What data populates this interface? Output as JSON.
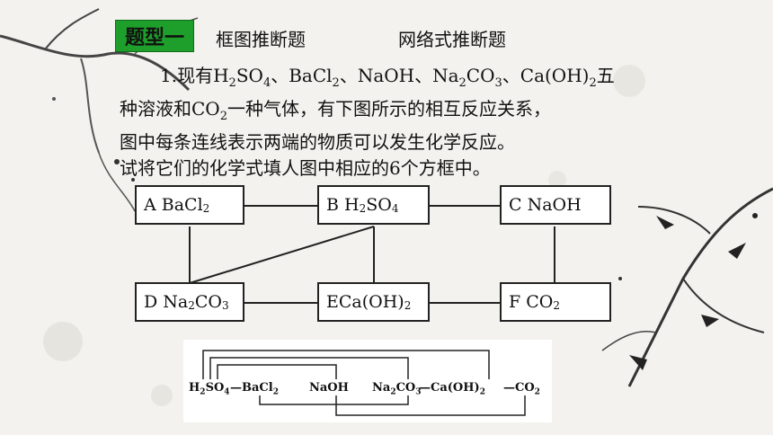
{
  "header": {
    "tag": "题型一",
    "heading_1": "框图推断题",
    "heading_2": "网络式推断题"
  },
  "problem": {
    "line1_prefix": "1.现有",
    "line1_s1": "H",
    "line1_s1sub": "2",
    "line1_s1b": "SO",
    "line1_s1bsub": "4",
    "line1_s2": "、BaCl",
    "line1_s2sub": "2",
    "line1_s3": "、NaOH、Na",
    "line1_s3sub": "2",
    "line1_s3b": "CO",
    "line1_s3bsub": "3",
    "line1_s4": "、Ca(OH)",
    "line1_s4sub": "2",
    "line1_suffix": "五",
    "line2_prefix": "种溶液和CO",
    "line2_sub": "2",
    "line2_suffix": "一种气体，有下图所示的相互反应关系，",
    "line3": "图中每条连线表示两端的物质可以发生化学反应。",
    "line4": "试将它们的化学式填人图中相应的6个方框中。"
  },
  "boxes": {
    "A": {
      "label": "A  BaCl",
      "sub": "2"
    },
    "B": {
      "label": "B  H",
      "sub": "2",
      "label2": "SO",
      "sub2": "4"
    },
    "C": {
      "label": "C  NaOH"
    },
    "D": {
      "label": "D  Na",
      "sub": "2",
      "label2": "CO",
      "sub2": "3"
    },
    "E": {
      "label": "ECa(OH)",
      "sub": "2"
    },
    "F": {
      "label": "F   CO",
      "sub": "2"
    }
  },
  "scan": {
    "h2so4": "H",
    "h2so4_sub1": "2",
    "h2so4_b": "SO",
    "h2so4_sub2": "4",
    "bacl2": "—BaCl",
    "bacl2_sub": "2",
    "naoh": "NaOH",
    "na2co3": "Na",
    "na2co3_sub1": "2",
    "na2co3_b": "CO",
    "na2co3_sub2": "3",
    "caoh2": "—Ca(OH)",
    "caoh2_sub": "2",
    "co2": "—CO",
    "co2_sub": "2"
  }
}
